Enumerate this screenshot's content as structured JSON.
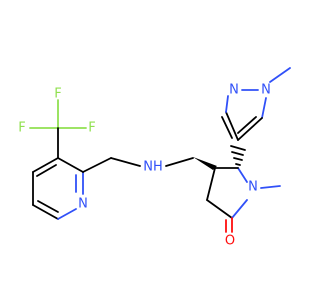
{
  "molecule": {
    "colors": {
      "bond": "#000000",
      "nitrogen": "#3050F8",
      "oxygen": "#FF0D0D",
      "fluorine": "#90E050"
    },
    "labels": {
      "f1": "F",
      "f2": "F",
      "f3": "F",
      "n_pyridine": "N",
      "nh": "NH",
      "n_lactam": "N",
      "o_carbonyl": "O",
      "n_pyrazole_1": "N",
      "n_pyrazole_2": "N"
    }
  }
}
